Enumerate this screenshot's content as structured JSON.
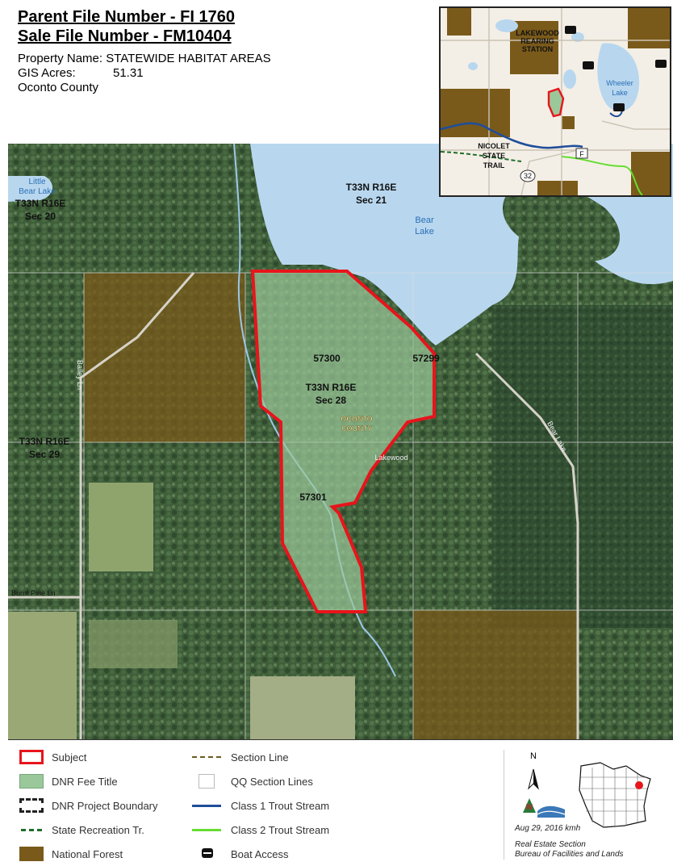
{
  "header": {
    "parent_file": "Parent File Number - FI 1760",
    "sale_file": "Sale File Number - FM10404",
    "property_name": "Property Name: STATEWIDE HABITAT AREAS",
    "gis_acres_label": "GIS Acres:",
    "gis_acres_value": "51.31",
    "county": "Oconto County"
  },
  "map": {
    "labels": {
      "sec21_a": "T33N R16E",
      "sec21_b": "Sec 21",
      "sec20_a": "T33N R16E",
      "sec20_b": "Sec 20",
      "sec28_a": "T33N R16E",
      "sec28_b": "Sec 28",
      "sec29_a": "T33N R16E",
      "sec29_b": "Sec 29",
      "little_bear_a": "Little",
      "little_bear_b": "Bear Lake",
      "bear_a": "Bear",
      "bear_b": "Lake",
      "parcel_57300": "57300",
      "parcel_57299": "57299",
      "parcel_57301": "57301",
      "oconto_a": "OCONTO",
      "oconto_b": "COUNTY",
      "lakewood_road": "Lakewood",
      "bailey_ln": "Bailey Ln",
      "bear_lake_rd": "Bear Lake",
      "burnt_pine_ln": "Burnt Pine Ln"
    }
  },
  "inset": {
    "lakewood_a": "LAKEWOOD",
    "lakewood_b": "REARING",
    "lakewood_c": "STATION",
    "wheeler_a": "Wheeler",
    "wheeler_b": "Lake",
    "nicolet_a": "NICOLET",
    "nicolet_b": "STATE",
    "nicolet_c": "TRAIL",
    "route_f": "F",
    "route_32": "32"
  },
  "legend": {
    "items": [
      {
        "label": "Subject"
      },
      {
        "label": "DNR Fee Title"
      },
      {
        "label": "DNR Project Boundary"
      },
      {
        "label": "State Recreation Tr."
      },
      {
        "label": "National Forest"
      },
      {
        "label": "Section Line"
      },
      {
        "label": "QQ Section Lines"
      },
      {
        "label": "Class 1 Trout Stream"
      },
      {
        "label": "Class 2 Trout Stream"
      },
      {
        "label": "Boat Access"
      }
    ],
    "north": "N",
    "date": "Aug 29, 2016 kmh",
    "office_a": "Real Estate Section",
    "office_b": "Bureau of Facilities and Lands",
    "colors": {
      "subject": "#e8141b",
      "fee_title": "#9bc89a",
      "national_forest": "#7a5a1a",
      "class1": "#1f4e9a",
      "class2": "#66dd33",
      "section_line": "#6b5a1f"
    }
  }
}
